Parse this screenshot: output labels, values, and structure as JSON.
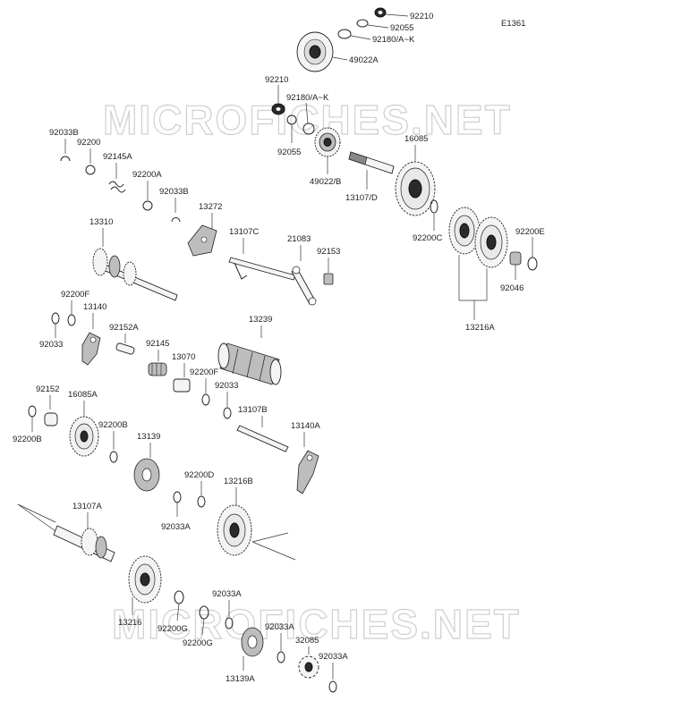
{
  "diagram_code": "E1361",
  "watermark": "MICROFICHES.NET",
  "parts": {
    "p92210a": "92210",
    "p92055a": "92055",
    "p92180a": "92180/A~K",
    "p49022a": "49022A",
    "p92210b": "92210",
    "p92180b": "92180/A~K",
    "p92055b": "92055",
    "p49022b": "49022/B",
    "p16085": "16085",
    "p13107d": "13107/D",
    "p92200c": "92200C",
    "p92200e": "92200E",
    "p92046": "92046",
    "p13216a": "13216A",
    "p92033b_1": "92033B",
    "p92200": "92200",
    "p92145a": "92145A",
    "p92200a": "92200A",
    "p92033b_2": "92033B",
    "p13272": "13272",
    "p13310": "13310",
    "p13107c": "13107C",
    "p21083": "21083",
    "p92153": "92153",
    "p92200f_1": "92200F",
    "p13140": "13140",
    "p92033_1": "92033",
    "p92152a": "92152A",
    "p92145": "92145",
    "p13070": "13070",
    "p92200f_2": "92200F",
    "p92033_2": "92033",
    "p13239": "13239",
    "p92152": "92152",
    "p16085a": "16085A",
    "p92200b_1": "92200B",
    "p92200b_2": "92200B",
    "p13107b": "13107B",
    "p13140a": "13140A",
    "p13139": "13139",
    "p92200d": "92200D",
    "p13216b": "13216B",
    "p92033a_1": "92033A",
    "p13107a": "13107A",
    "p13216": "13216",
    "p92200g_1": "92200G",
    "p92200g_2": "92200G",
    "p92033a_2": "92033A",
    "p92033a_3": "92033A",
    "p32085": "32085",
    "p92033a_4": "92033A",
    "p13139a": "13139A"
  }
}
